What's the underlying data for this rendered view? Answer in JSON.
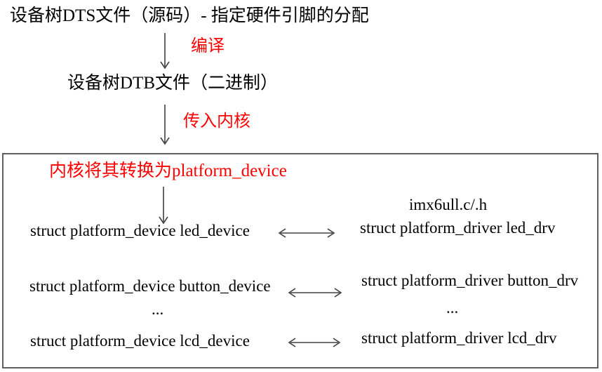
{
  "flow": {
    "dts_label": "设备树DTS文件（源码）- 指定硬件引脚的分配",
    "compile_label": "编译",
    "dtb_label": "设备树DTB文件（二进制）",
    "pass_label": "传入内核"
  },
  "kernel_box": {
    "heading": "内核将其转换为platform_device",
    "file_label": "imx6ull.c/.h",
    "rows": [
      {
        "device": "struct platform_device led_device",
        "driver": "struct platform_driver led_drv"
      },
      {
        "device": "struct platform_device button_device",
        "driver": "struct platform_driver button_drv"
      },
      {
        "device": "...",
        "driver": "..."
      },
      {
        "device": "struct platform_device lcd_device",
        "driver": "struct platform_driver lcd_drv"
      }
    ]
  },
  "colors": {
    "accent_red": "#ff0000",
    "text": "#000000",
    "arrow": "#404040",
    "box_border": "#5f5f5f"
  }
}
